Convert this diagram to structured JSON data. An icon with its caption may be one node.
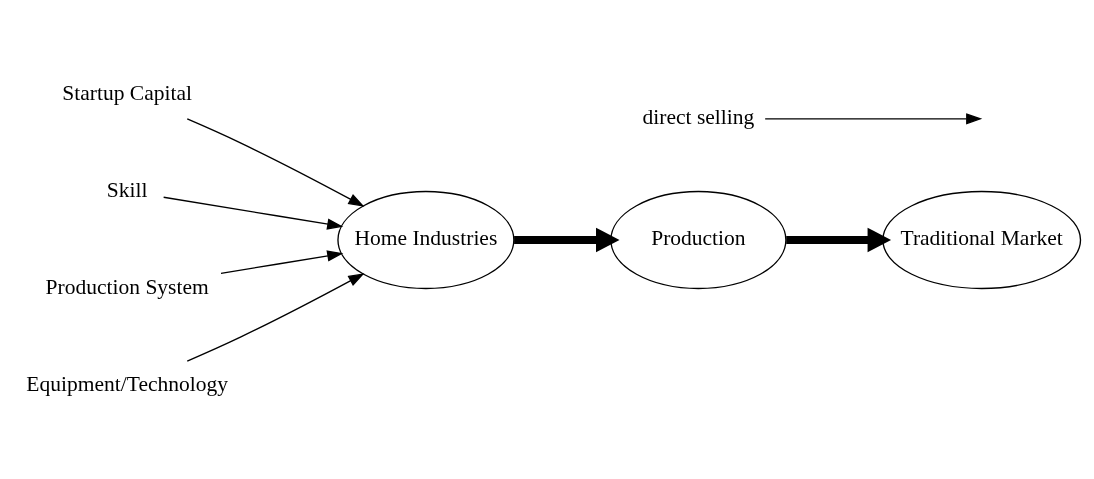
{
  "diagram": {
    "nodes": [
      {
        "text": [
          "Startup Capital"
        ]
      },
      {
        "text": [
          "Skill"
        ]
      },
      {
        "text": [
          "direct selling"
        ]
      },
      {
        "text": [
          "Home Industries"
        ]
      },
      {
        "text": [
          "Production"
        ]
      },
      {
        "text": [
          "Traditional Market"
        ]
      },
      {
        "text": [
          "Production System"
        ]
      },
      {
        "text": [
          "Equipment/Technology"
        ]
      }
    ],
    "edges": [
      {
        "from": 0,
        "to": 3,
        "arrow": "to"
      },
      {
        "from": 1,
        "to": 3,
        "arrow": "to"
      },
      {
        "from": 6,
        "to": 3,
        "arrow": "to"
      },
      {
        "from": 7,
        "to": 3,
        "arrow": "to"
      },
      {
        "from": 3,
        "to": 4,
        "arrow": "to",
        "style": "thick"
      },
      {
        "from": 2,
        "to": null,
        "arrow": "to"
      },
      {
        "from": 4,
        "to": 5,
        "arrow": "to",
        "style": "thick"
      }
    ]
  }
}
